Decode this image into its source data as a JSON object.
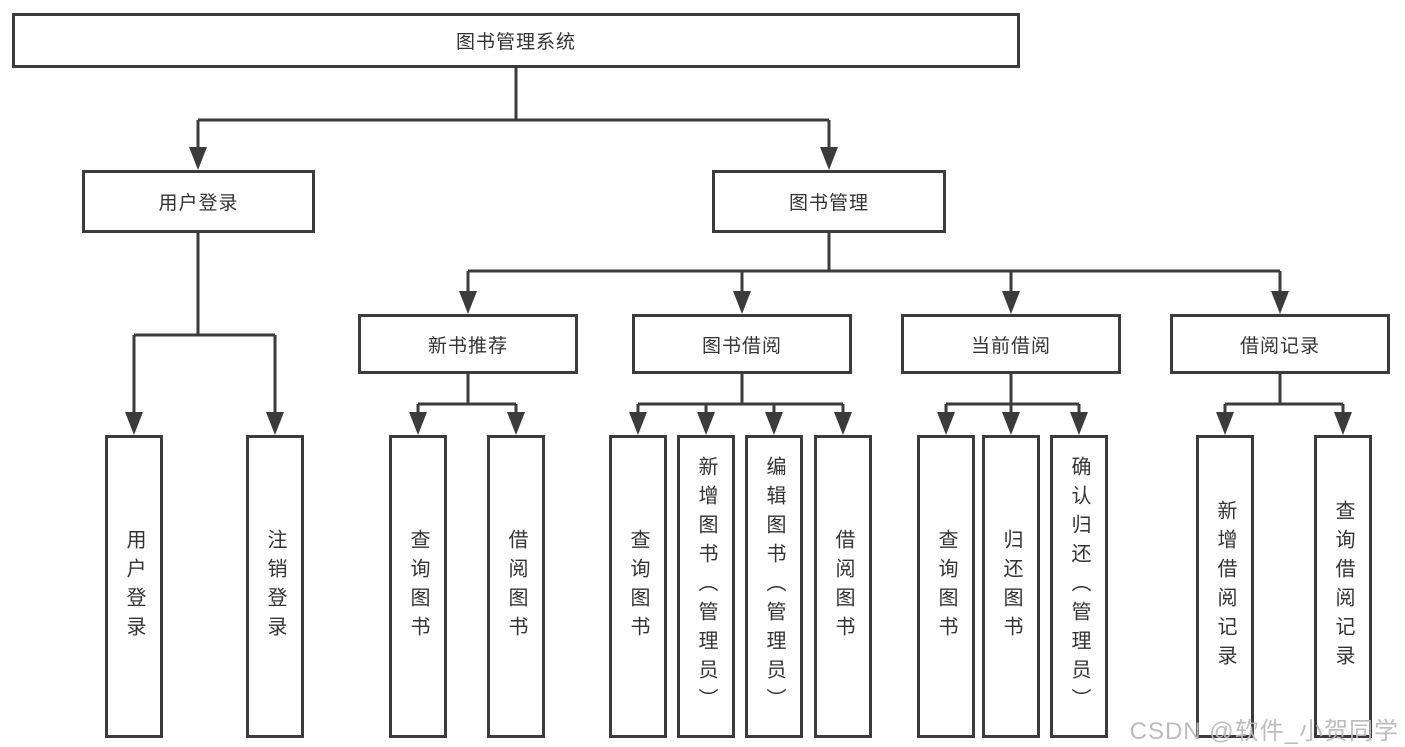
{
  "tree": {
    "root": "图书管理系统",
    "branches": [
      {
        "label": "用户登录",
        "children": [
          "用户登录",
          "注销登录"
        ]
      },
      {
        "label": "图书管理",
        "modules": [
          {
            "label": "新书推荐",
            "children": [
              "查询图书",
              "借阅图书"
            ]
          },
          {
            "label": "图书借阅",
            "children": [
              "查询图书",
              "新增图书（管理员）",
              "编辑图书（管理员）",
              "借阅图书"
            ]
          },
          {
            "label": "当前借阅",
            "children": [
              "查询图书",
              "归还图书",
              "确认归还（管理员）"
            ]
          },
          {
            "label": "借阅记录",
            "children": [
              "新增借阅记录",
              "查询借阅记录"
            ]
          }
        ]
      }
    ]
  },
  "watermark": "CSDN @软件_小贺同学",
  "colors": {
    "line": "#3b3b3b",
    "text": "#333333",
    "watermark": "#b9b9b9",
    "background": "#ffffff"
  }
}
